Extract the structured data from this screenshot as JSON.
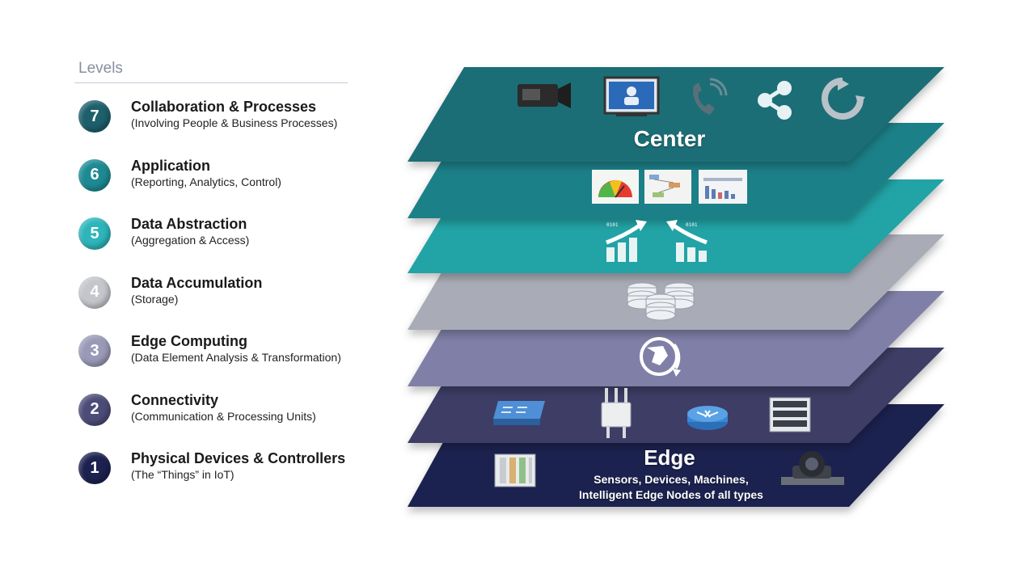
{
  "levels_header": "Levels",
  "levels": [
    {
      "number": "7",
      "title": "Collaboration & Processes",
      "subtitle": "(Involving People & Business Processes)",
      "color": "#1d5f6b"
    },
    {
      "number": "6",
      "title": "Application",
      "subtitle": "(Reporting, Analytics, Control)",
      "color": "#1d8a93"
    },
    {
      "number": "5",
      "title": "Data Abstraction",
      "subtitle": "(Aggregation & Access)",
      "color": "#2db5ba"
    },
    {
      "number": "4",
      "title": "Data Accumulation",
      "subtitle": "(Storage)",
      "color": "#c4c6cc"
    },
    {
      "number": "3",
      "title": "Edge Computing",
      "subtitle": "(Data Element Analysis & Transformation)",
      "color": "#9a9ab8"
    },
    {
      "number": "2",
      "title": "Connectivity",
      "subtitle": "(Communication & Processing Units)",
      "color": "#4c4c78"
    },
    {
      "number": "1",
      "title": "Physical Devices & Controllers",
      "subtitle": "(The “Things” in IoT)",
      "color": "#1c2150"
    }
  ],
  "stack": {
    "center_label": "Center",
    "edge_label": "Edge",
    "edge_sub_1": "Sensors, Devices, Machines,",
    "edge_sub_2": "Intelligent Edge Nodes of all types",
    "layer_colors": {
      "l7": "#1f6e76",
      "l6": "#1b8088",
      "l5": "#23a3a6",
      "l4": "#a9abb6",
      "l3": "#7f7fa8",
      "l2": "#3d3d66",
      "l1": "#1c2150"
    },
    "icons": {
      "layer7": [
        "video-camera-icon",
        "telepresence-screen-icon",
        "phone-icon",
        "share-icon",
        "refresh-icon"
      ],
      "layer6": [
        "gauge-dashboard-icon",
        "workflow-chart-icon",
        "bar-report-icon"
      ],
      "layer5": [
        "data-upload-chart-icon",
        "data-download-chart-icon"
      ],
      "layer4": [
        "database-stack-icon"
      ],
      "layer3": [
        "globe-sync-icon"
      ],
      "layer2": [
        "switch-icon",
        "access-point-icon",
        "router-icon",
        "server-rack-icon"
      ],
      "layer1": [
        "controller-panel-icon",
        "ptz-camera-icon"
      ]
    }
  }
}
